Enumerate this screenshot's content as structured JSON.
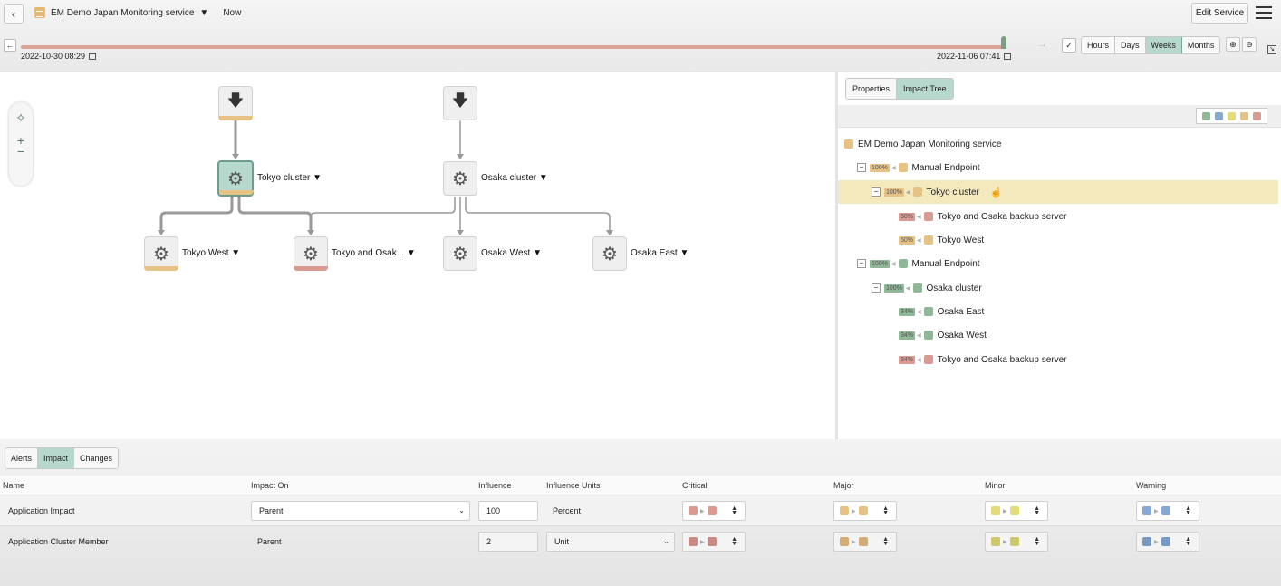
{
  "header": {
    "service_title": "EM Demo Japan Monitoring service",
    "now_label": "Now",
    "edit_button": "Edit Service"
  },
  "timeline": {
    "start": "2022-10-30 08:29",
    "end": "2022-11-06 07:41",
    "ranges": [
      "Hours",
      "Days",
      "Weeks",
      "Months"
    ],
    "active_range": "Weeks"
  },
  "graph": {
    "nodes": [
      {
        "id": "endpoint-tokyo",
        "label": "",
        "icon": "arrow-down-icon",
        "status_color": "#e6c285"
      },
      {
        "id": "endpoint-osaka",
        "label": "",
        "icon": "arrow-down-icon",
        "status_color": ""
      },
      {
        "id": "tokyo-cluster",
        "label": "Tokyo cluster",
        "icon": "gear-icon",
        "status_color": "#e6c285",
        "selected": true
      },
      {
        "id": "osaka-cluster",
        "label": "Osaka cluster",
        "icon": "gear-icon",
        "status_color": ""
      },
      {
        "id": "tokyo-west",
        "label": "Tokyo West",
        "icon": "gear-icon",
        "status_color": "#e6c285"
      },
      {
        "id": "tokyo-osaka-backup",
        "label": "Tokyo and Osak...",
        "icon": "gear-icon",
        "status_color": "#d99a92"
      },
      {
        "id": "osaka-west",
        "label": "Osaka West",
        "icon": "gear-icon",
        "status_color": ""
      },
      {
        "id": "osaka-east",
        "label": "Osaka East",
        "icon": "gear-icon",
        "status_color": ""
      }
    ]
  },
  "panel": {
    "tabs": [
      "Properties",
      "Impact Tree"
    ],
    "active_tab": "Impact Tree",
    "legend_colors": [
      "#8fb896",
      "#86a8d6",
      "#e3dc7a",
      "#e6c285",
      "#d99a92"
    ],
    "tree": [
      {
        "label": "EM Demo Japan Monitoring service",
        "pct": "",
        "color": "#e6c285",
        "toggle": ""
      },
      {
        "label": "Manual Endpoint",
        "pct": "100%",
        "color": "#e6c285",
        "toggle": "−"
      },
      {
        "label": "Tokyo cluster",
        "pct": "100%",
        "color": "#e6c285",
        "toggle": "−",
        "highlight": true
      },
      {
        "label": "Tokyo and Osaka backup server",
        "pct": "50%",
        "color": "#d99a92",
        "toggle": ""
      },
      {
        "label": "Tokyo West",
        "pct": "50%",
        "color": "#e6c285",
        "toggle": ""
      },
      {
        "label": "Manual Endpoint",
        "pct": "100%",
        "color": "#8fb896",
        "toggle": "−"
      },
      {
        "label": "Osaka cluster",
        "pct": "100%",
        "color": "#8fb896",
        "toggle": "−"
      },
      {
        "label": "Osaka East",
        "pct": "34%",
        "color": "#8fb896",
        "toggle": ""
      },
      {
        "label": "Osaka West",
        "pct": "34%",
        "color": "#8fb896",
        "toggle": ""
      },
      {
        "label": "Tokyo and Osaka backup server",
        "pct": "34%",
        "color": "#d99a92",
        "toggle": ""
      }
    ]
  },
  "bottom": {
    "tabs": [
      "Alerts",
      "Impact",
      "Changes"
    ],
    "active_tab": "Impact",
    "columns": [
      "Name",
      "Impact On",
      "Influence",
      "Influence Units",
      "Critical",
      "Major",
      "Minor",
      "Warning"
    ],
    "rows": [
      {
        "name": "Application Impact",
        "impact_on": "Parent",
        "influence": "100",
        "units": "Percent"
      },
      {
        "name": "Application Cluster Member",
        "impact_on": "Parent",
        "influence": "2",
        "units": "Unit"
      }
    ],
    "severity_colors": {
      "critical": "#d99a92",
      "major": "#e6c285",
      "minor": "#e3dc7a",
      "warning": "#86a8d6"
    }
  }
}
